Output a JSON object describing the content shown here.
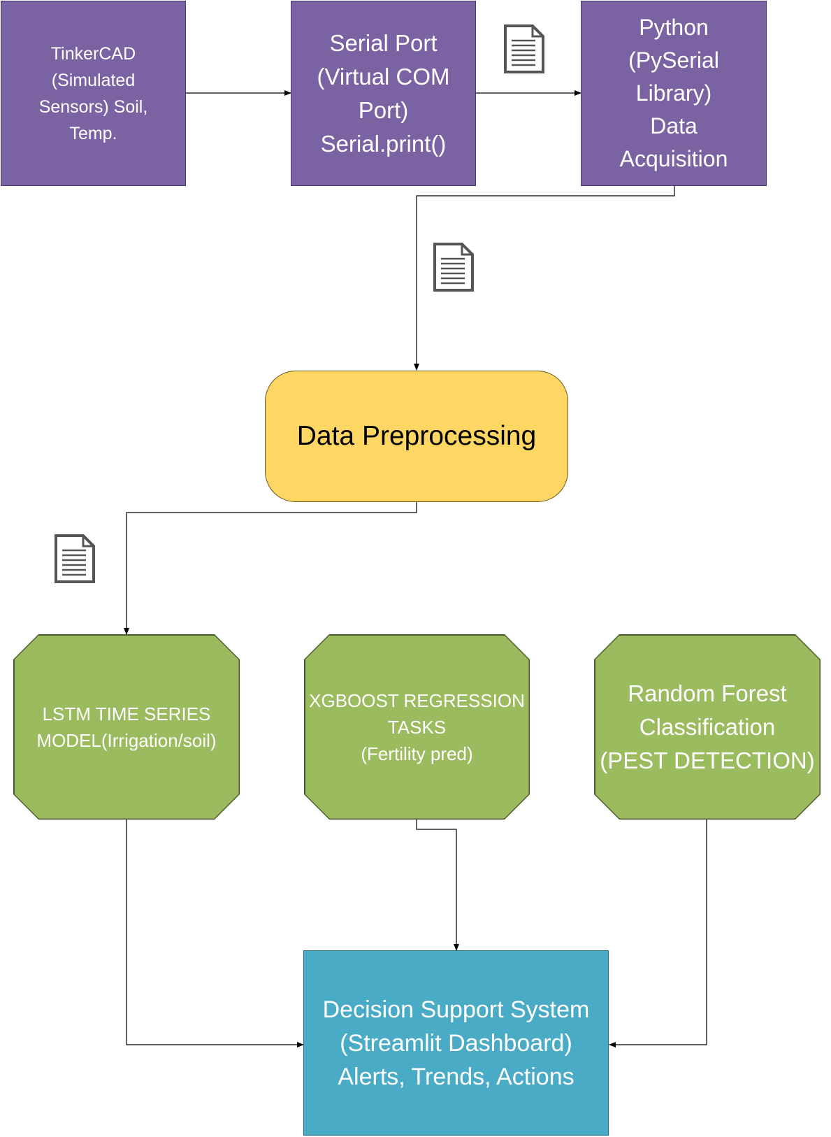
{
  "nodes": {
    "tinkercad": "TinkerCAD\n(Simulated\nSensors) Soil,\nTemp.",
    "serial_port": "Serial Port\n(Virtual COM\nPort)\nSerial.print()",
    "python": "Python\n(PySerial\nLibrary)\nData\nAcquisition",
    "preprocessing": "Data Preprocessing",
    "lstm": "LSTM TIME SERIES\nMODEL(Irrigation/soil)",
    "xgboost": "XGBOOST REGRESSION\nTASKS\n(Fertility pred)",
    "random_forest": "Random Forest\nClassification\n(PEST DETECTION)",
    "dss": "Decision Support System\n(Streamlit Dashboard)\nAlerts, Trends, Actions"
  },
  "colors": {
    "purple": "#7b62a3",
    "yellow": "#fdd663",
    "green": "#9bbb5f",
    "teal": "#4aabc6",
    "line": "#000000",
    "icon": "#555555"
  },
  "icons": [
    "document-icon",
    "document-icon",
    "document-icon"
  ]
}
